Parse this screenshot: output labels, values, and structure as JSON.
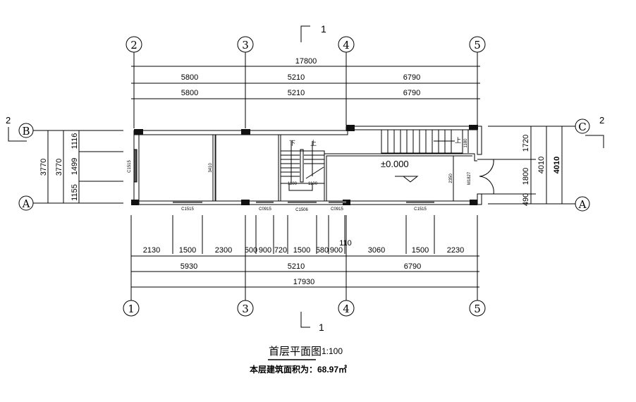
{
  "drawing": {
    "title": "首层平面图",
    "scale": "1:100",
    "area_note": "本层建筑面积为：68.97㎡",
    "elevation": "±0.000",
    "section_marks": {
      "top": "1",
      "bottom": "1",
      "left": "2",
      "right": "2"
    },
    "axes_top": [
      "2",
      "3",
      "4",
      "5"
    ],
    "axes_bottom": [
      "1",
      "3",
      "4",
      "5"
    ],
    "axes_left": [
      "B",
      "A"
    ],
    "axes_right": [
      "C",
      "A"
    ],
    "top_dims": {
      "overall": "17800",
      "row1": [
        "5800",
        "5210",
        "6790"
      ],
      "row2": [
        "5800",
        "5210",
        "6790"
      ]
    },
    "bottom_dims": {
      "detail": [
        "2130",
        "1500",
        "2300",
        "500",
        "900",
        "720",
        "1500",
        "580",
        "900",
        "110",
        "3060",
        "1500",
        "2230"
      ],
      "row2": [
        "5930",
        "5210",
        "6790"
      ],
      "overall": "17930"
    },
    "left_dims": {
      "outer": "3770",
      "middle": "3770",
      "detail": [
        "1116",
        "1499",
        "1155"
      ]
    },
    "right_dims": {
      "outer": "4010",
      "middle": "4010",
      "detail": [
        "1720",
        "1800",
        "490"
      ]
    },
    "labels": {
      "room_height": "3410",
      "stair_w1": "1100",
      "stair_w2": "1100",
      "stair_down": "下",
      "stair_up": "上",
      "stair_up2": "上",
      "stair_dim": "1180",
      "hall_dim": "2350",
      "win_left": "C1515",
      "win_b1": "C1515",
      "win_b2": "C0915",
      "win_b3": "C1506",
      "win_b4": "C0915",
      "win_b5": "C1515",
      "door": "M1827"
    }
  }
}
